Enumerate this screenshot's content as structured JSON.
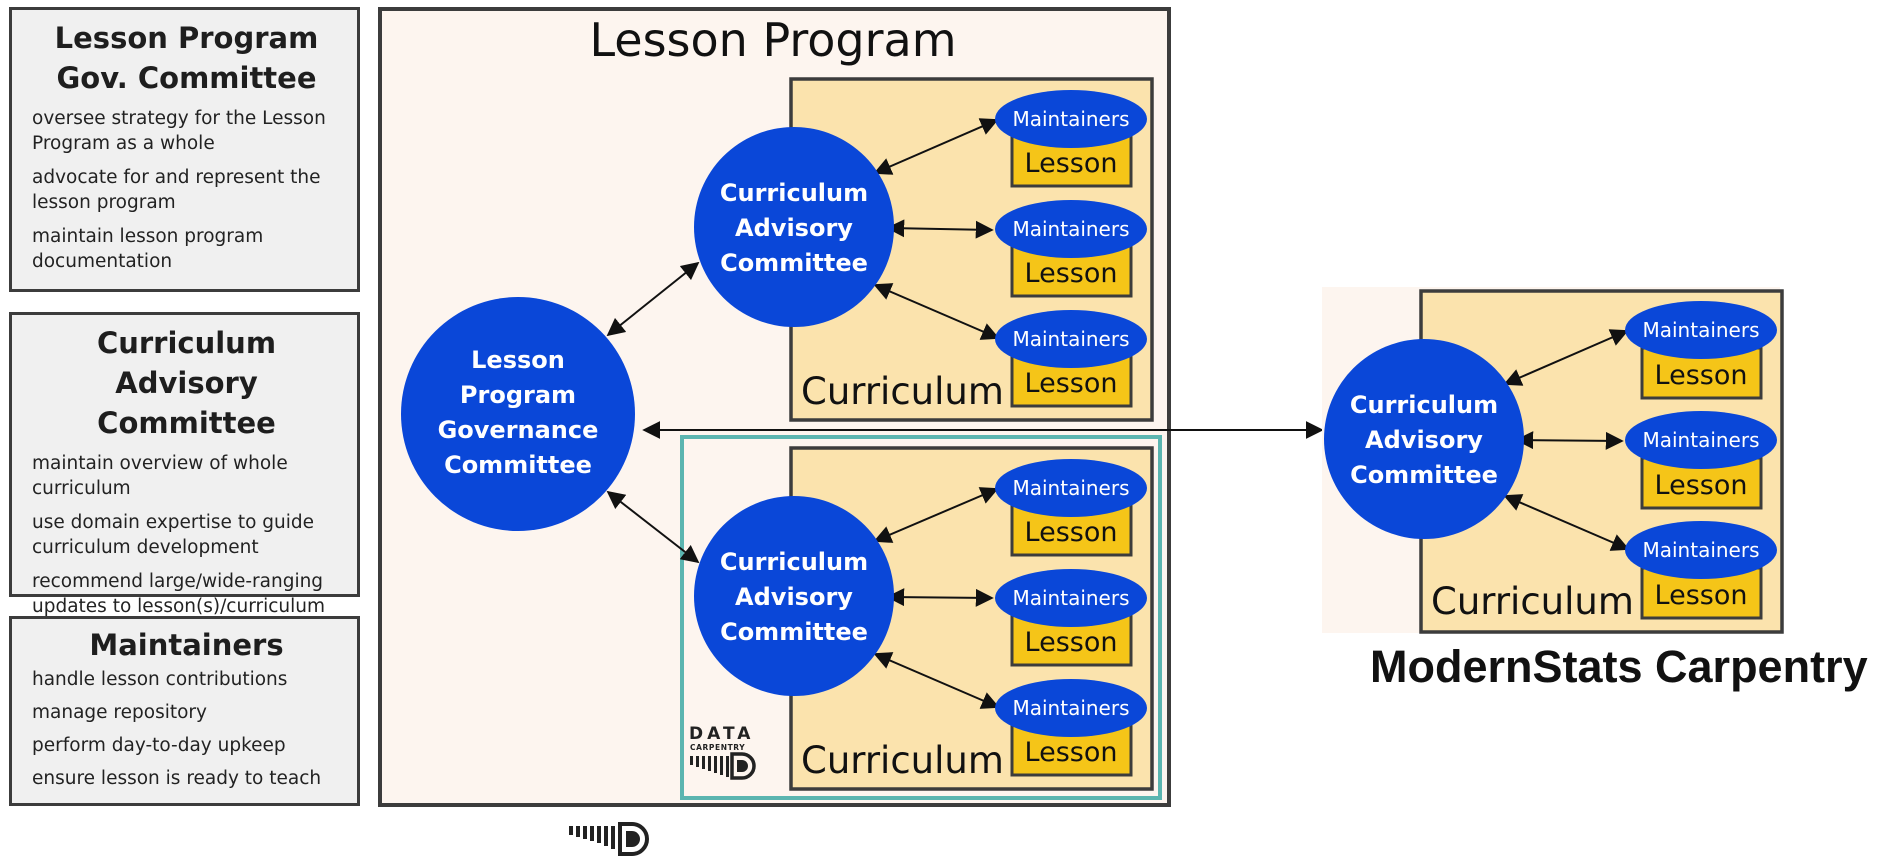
{
  "roles": [
    {
      "title_line1": "Lesson Program",
      "title_line2": "Gov. Committee",
      "items": [
        "oversee strategy for the Lesson Program as a whole",
        "advocate for and represent the lesson program",
        "maintain lesson program documentation"
      ]
    },
    {
      "title_line1": "Curriculum",
      "title_line2": "Advisory Committee",
      "items": [
        "maintain overview of whole curriculum",
        "use domain expertise to guide curriculum development",
        "recommend large/wide-ranging updates to lesson(s)/curriculum"
      ]
    },
    {
      "title_line1": "Maintainers",
      "items": [
        "handle lesson contributions",
        "manage repository",
        "perform day-to-day upkeep",
        "ensure lesson is ready to teach"
      ]
    }
  ],
  "diagram": {
    "program_title": "Lesson Program",
    "lpgc_lines": [
      "Lesson",
      "Program",
      "Governance",
      "Committee"
    ],
    "cac_lines": [
      "Curriculum",
      "Advisory",
      "Committee"
    ],
    "maintainers_label": "Maintainers",
    "lesson_label": "Lesson",
    "curriculum_label": "Curriculum",
    "data_carpentry_logo_text": [
      "DATA",
      "CARPENTRY"
    ]
  },
  "external": {
    "name": "ModernStats Carpentry"
  },
  "colors": {
    "node_blue": "#0a47d8",
    "lesson_yellow": "#f5c518",
    "curriculum_bg": "#fbe3ad",
    "program_bg": "#fdf5ef",
    "highlight_teal": "#5bb5b0"
  },
  "icons": [
    "data-carpentry-logo-icon",
    "carpentries-logo-icon"
  ]
}
